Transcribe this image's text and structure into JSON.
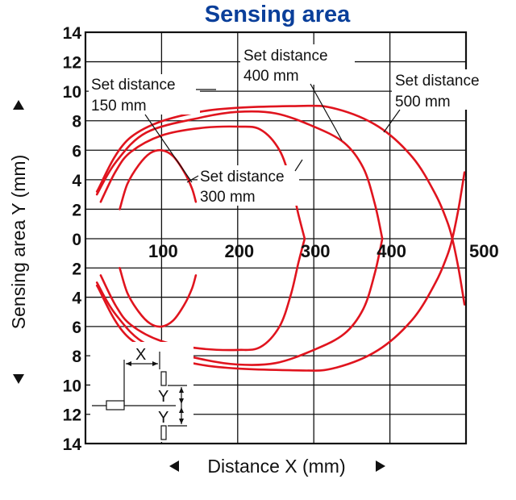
{
  "chart_data": {
    "type": "line",
    "title": "Sensing area",
    "xlabel": "Distance X (mm)",
    "ylabel": "Sensing area Y (mm)",
    "x_ticks": [
      "100",
      "200",
      "300",
      "400",
      "500"
    ],
    "y_ticks": [
      "14",
      "12",
      "10",
      "8",
      "6",
      "4",
      "2",
      "0",
      "2",
      "4",
      "6",
      "8",
      "10",
      "12",
      "14"
    ],
    "xlim": [
      0,
      500
    ],
    "ylim": [
      -14,
      14
    ],
    "grid": true,
    "series_color": "#e0141e",
    "series": [
      {
        "name": "Set distance 150 mm",
        "label_lines": [
          "Set distance",
          "150 mm"
        ],
        "upper": [
          [
            45,
            2.0
          ],
          [
            55,
            3.7
          ],
          [
            70,
            5.0
          ],
          [
            85,
            5.8
          ],
          [
            100,
            6.0
          ],
          [
            115,
            5.6
          ],
          [
            130,
            4.5
          ],
          [
            140,
            3.4
          ],
          [
            145,
            2.5
          ]
        ],
        "lower": [
          [
            45,
            -2.0
          ],
          [
            55,
            -3.7
          ],
          [
            70,
            -5.0
          ],
          [
            85,
            -5.8
          ],
          [
            100,
            -6.0
          ],
          [
            115,
            -5.6
          ],
          [
            130,
            -4.5
          ],
          [
            140,
            -3.4
          ],
          [
            145,
            -2.5
          ]
        ]
      },
      {
        "name": "Set distance 300 mm",
        "label_lines": [
          "Set distance",
          "300 mm"
        ],
        "upper": [
          [
            20,
            2.5
          ],
          [
            40,
            4.6
          ],
          [
            60,
            5.9
          ],
          [
            100,
            7.0
          ],
          [
            150,
            7.5
          ],
          [
            200,
            7.6
          ],
          [
            230,
            7.4
          ],
          [
            255,
            6.0
          ],
          [
            270,
            3.8
          ],
          [
            280,
            1.6
          ],
          [
            288,
            0
          ]
        ],
        "lower": [
          [
            20,
            -2.5
          ],
          [
            40,
            -4.6
          ],
          [
            60,
            -5.9
          ],
          [
            100,
            -7.0
          ],
          [
            150,
            -7.5
          ],
          [
            200,
            -7.6
          ],
          [
            230,
            -7.4
          ],
          [
            255,
            -6.0
          ],
          [
            270,
            -3.8
          ],
          [
            280,
            -1.6
          ],
          [
            288,
            0
          ]
        ]
      },
      {
        "name": "Set distance 400 mm",
        "label_lines": [
          "Set distance",
          "400 mm"
        ],
        "upper": [
          [
            15,
            3.0
          ],
          [
            40,
            5.2
          ],
          [
            80,
            7.2
          ],
          [
            150,
            8.2
          ],
          [
            200,
            8.6
          ],
          [
            250,
            8.5
          ],
          [
            300,
            7.6
          ],
          [
            340,
            6.5
          ],
          [
            365,
            4.8
          ],
          [
            380,
            2.4
          ],
          [
            390,
            0
          ]
        ],
        "lower": [
          [
            15,
            -3.0
          ],
          [
            40,
            -5.2
          ],
          [
            80,
            -7.2
          ],
          [
            150,
            -8.2
          ],
          [
            200,
            -8.6
          ],
          [
            250,
            -8.5
          ],
          [
            300,
            -7.6
          ],
          [
            340,
            -6.5
          ],
          [
            365,
            -4.8
          ],
          [
            380,
            -2.4
          ],
          [
            390,
            0
          ]
        ]
      },
      {
        "name": "Set distance 500 mm",
        "label_lines": [
          "Set distance",
          "500 mm"
        ],
        "upper": [
          [
            15,
            3.2
          ],
          [
            60,
            6.9
          ],
          [
            150,
            8.6
          ],
          [
            280,
            9.0
          ],
          [
            330,
            8.8
          ],
          [
            385,
            7.6
          ],
          [
            430,
            5.5
          ],
          [
            460,
            3.0
          ],
          [
            475,
            1.2
          ],
          [
            482,
            0
          ],
          [
            490,
            -2.0
          ],
          [
            498,
            -4.5
          ]
        ],
        "lower": [
          [
            15,
            -3.2
          ],
          [
            60,
            -6.9
          ],
          [
            150,
            -8.6
          ],
          [
            280,
            -9.0
          ],
          [
            330,
            -8.8
          ],
          [
            385,
            -7.6
          ],
          [
            430,
            -5.5
          ],
          [
            460,
            -3.0
          ],
          [
            475,
            -1.2
          ],
          [
            482,
            0
          ],
          [
            490,
            2.0
          ],
          [
            498,
            4.5
          ]
        ]
      }
    ],
    "inset_labels": {
      "x": "X",
      "y": "Y"
    }
  }
}
